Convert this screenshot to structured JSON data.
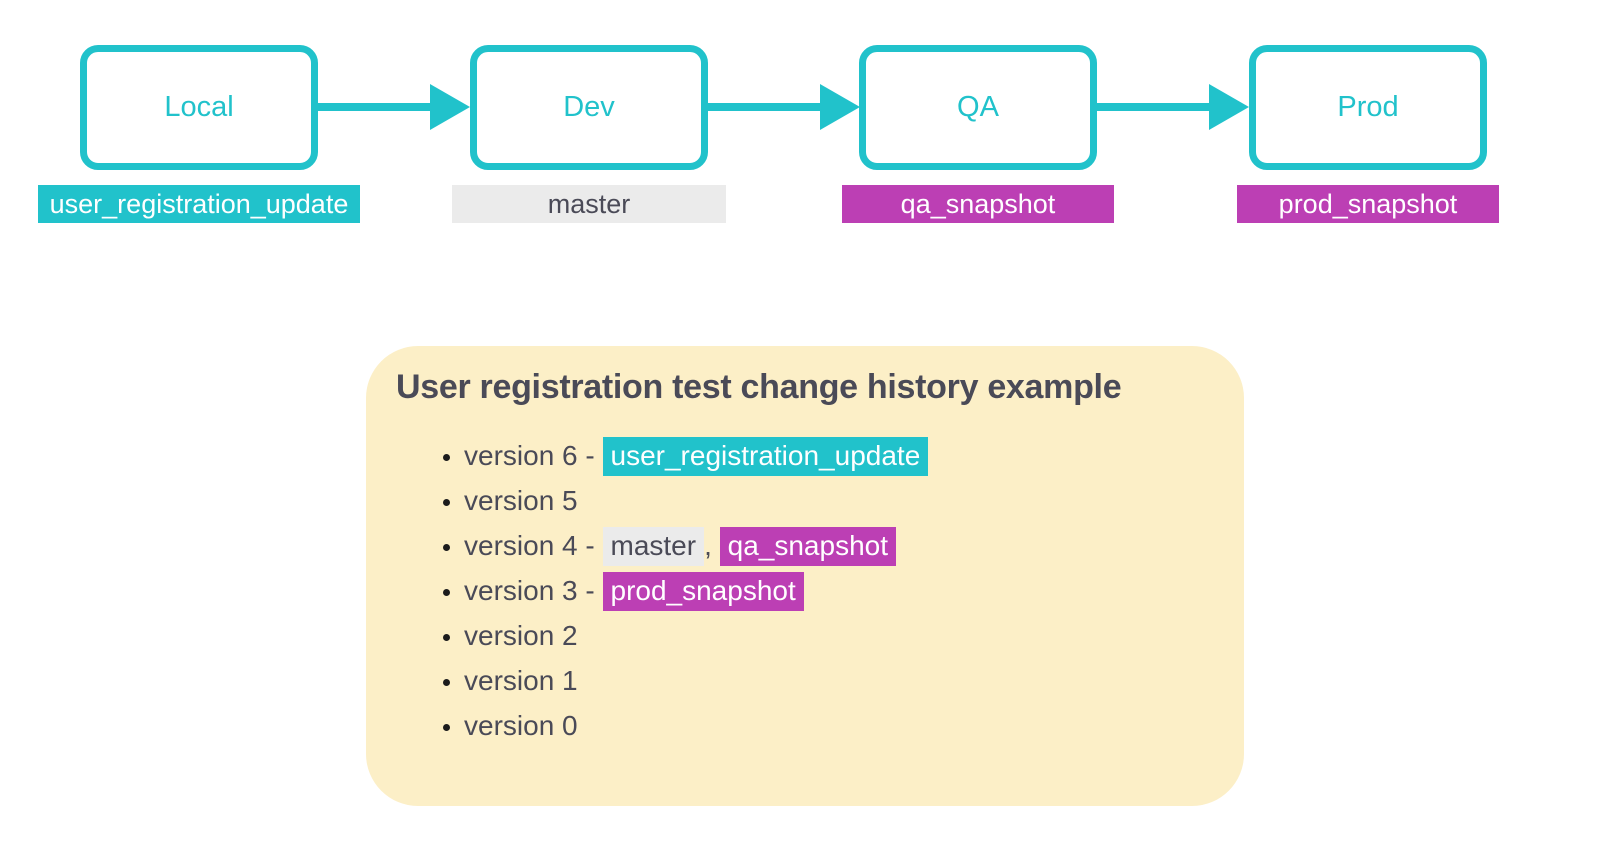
{
  "colors": {
    "teal": "#21C2CB",
    "magenta": "#BC3FB4",
    "gray_chip": "#EBEBEB",
    "panel_yellow": "#FCEFC7",
    "text_dark": "#4A4A57"
  },
  "pipeline": {
    "stages": [
      {
        "name": "Local",
        "tag": "user_registration_update",
        "tag_style": "teal"
      },
      {
        "name": "Dev",
        "tag": "master",
        "tag_style": "gray"
      },
      {
        "name": "QA",
        "tag": "qa_snapshot",
        "tag_style": "magenta"
      },
      {
        "name": "Prod",
        "tag": "prod_snapshot",
        "tag_style": "magenta"
      }
    ]
  },
  "history": {
    "title": "User registration test change history example",
    "items": [
      {
        "segments": [
          {
            "text": "version 6 - "
          },
          {
            "text": "user_registration_update",
            "chip": "teal"
          }
        ]
      },
      {
        "segments": [
          {
            "text": "version 5"
          }
        ]
      },
      {
        "segments": [
          {
            "text": "version 4 - "
          },
          {
            "text": "master",
            "chip": "gray"
          },
          {
            "text": ", "
          },
          {
            "text": "qa_snapshot",
            "chip": "magenta"
          }
        ]
      },
      {
        "segments": [
          {
            "text": "version 3 - "
          },
          {
            "text": "prod_snapshot",
            "chip": "magenta"
          }
        ]
      },
      {
        "segments": [
          {
            "text": "version 2"
          }
        ]
      },
      {
        "segments": [
          {
            "text": "version 1"
          }
        ]
      },
      {
        "segments": [
          {
            "text": "version 0"
          }
        ]
      }
    ]
  }
}
